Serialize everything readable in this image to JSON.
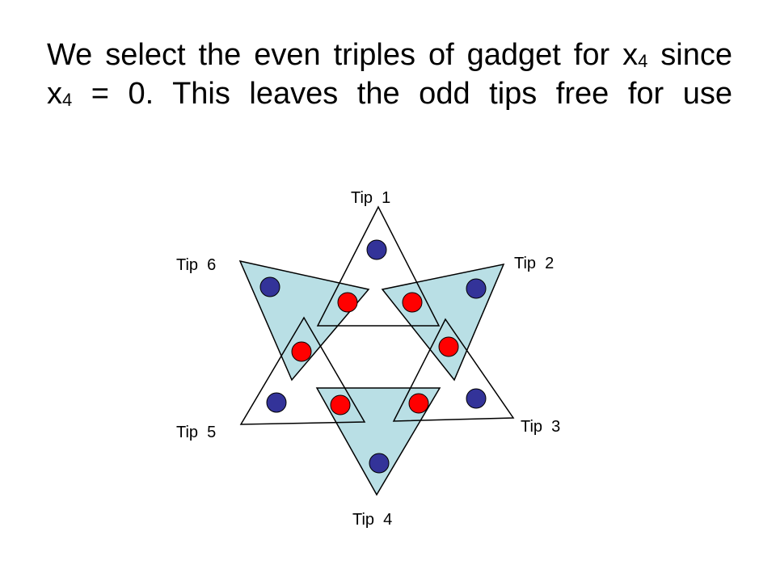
{
  "title": {
    "line1_part1": "We select the even triples of gadget for x",
    "line1_sub": "4",
    "line1_part2": " since",
    "line2_part1": "x",
    "line2_sub": "4",
    "line2_part2": " = 0. This leaves the odd tips free for use"
  },
  "colors": {
    "filled_triangle": "#b9dfe5",
    "outline": "#000000",
    "blue_node": "#333399",
    "red_node": "#ff0000",
    "background": "#ffffff"
  },
  "tips": [
    {
      "label": "Tip  1"
    },
    {
      "label": "Tip  2"
    },
    {
      "label": "Tip  3"
    },
    {
      "label": "Tip  4"
    },
    {
      "label": "Tip  5"
    },
    {
      "label": "Tip  6"
    }
  ]
}
